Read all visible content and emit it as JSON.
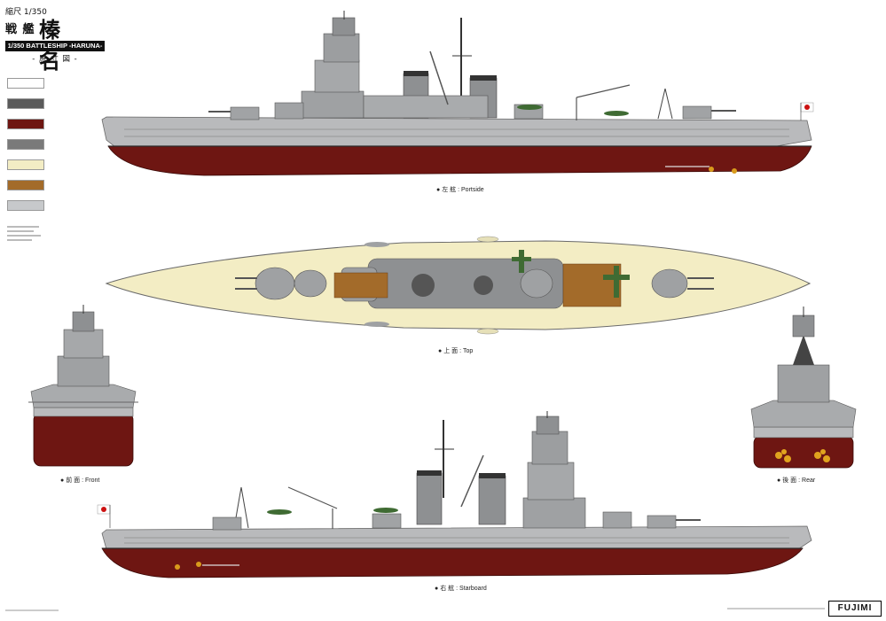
{
  "header": {
    "scale_text": "縮尺 1/350",
    "ship_class_kanji": "戦 艦",
    "ship_name_kanji": "榛 名",
    "title_bar": "1/350 BATTLESHIP -HARUNA-",
    "subtitle": "- 原 寸 図 -"
  },
  "legend": {
    "swatches": [
      {
        "color": "#ffffff",
        "label": ""
      },
      {
        "color": "#5a5a5a",
        "label": ""
      },
      {
        "color": "#6e1612",
        "label": ""
      },
      {
        "color": "#7a7a7a",
        "label": ""
      },
      {
        "color": "#f3edc4",
        "label": ""
      },
      {
        "color": "#a36b2a",
        "label": ""
      },
      {
        "color": "#c7c9cb",
        "label": ""
      }
    ]
  },
  "views": {
    "portside": "左 舷 : Portside",
    "top": "上 面 : Top",
    "front": "前 面 : Front",
    "rear": "後 面 : Rear",
    "starboard": "右 舷 : Starboard"
  },
  "colors": {
    "hull_gray": "#b9babc",
    "hull_red": "#6e1612",
    "deck_tan": "#f3edc4",
    "wood_deck": "#a36b2a",
    "superstructure": "#8e9092",
    "aircraft_green": "#3f6b33"
  },
  "footer": {
    "brand": "FUJIMI"
  }
}
